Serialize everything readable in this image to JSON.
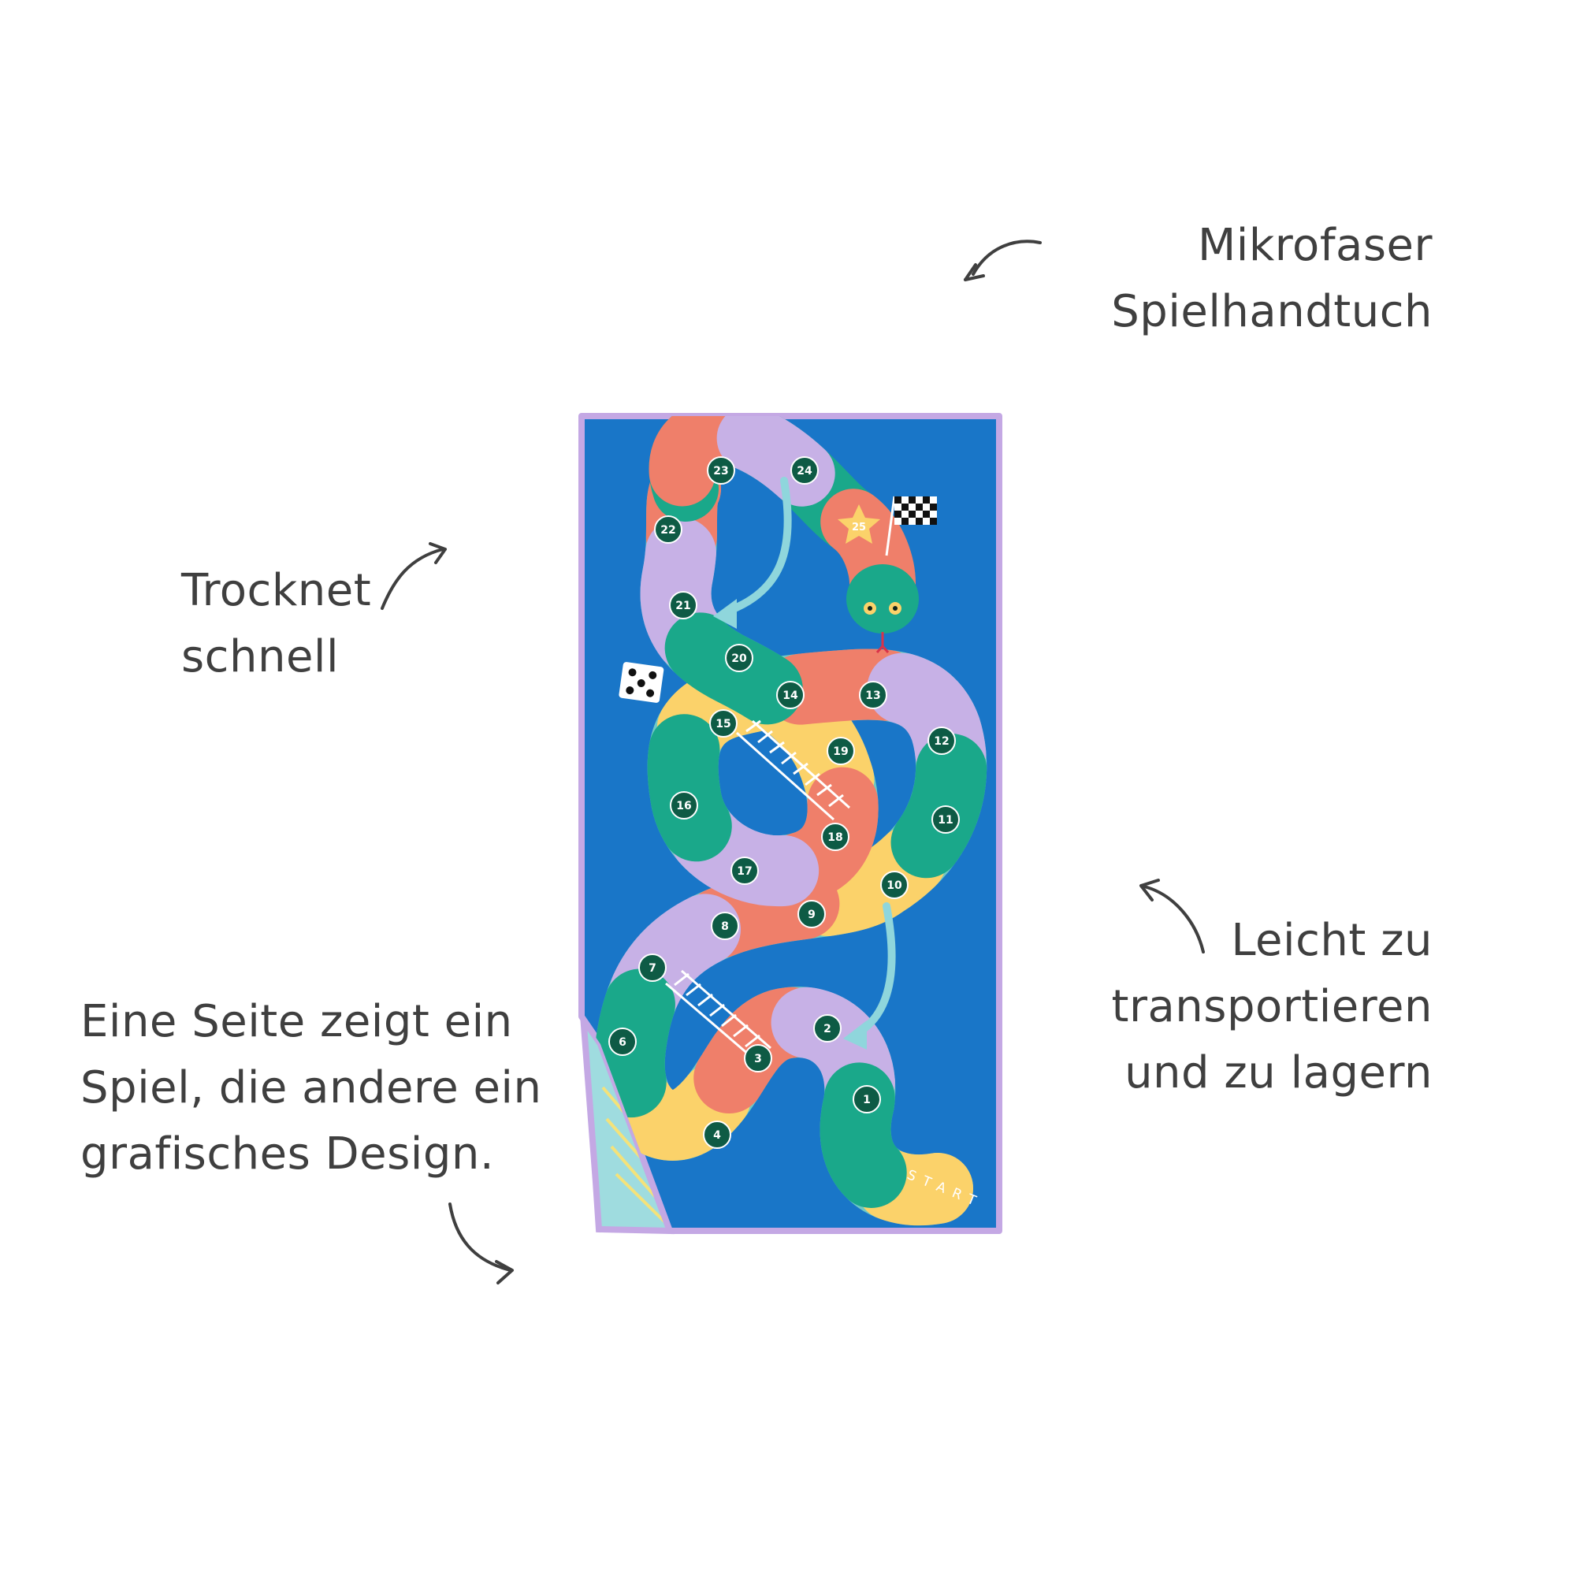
{
  "captions": {
    "material": [
      "Mikrofaser",
      "Spielhandtuch"
    ],
    "drying": [
      "Trocknet",
      "schnell"
    ],
    "transport": [
      "Leicht zu",
      "transportieren",
      "und zu lagern"
    ],
    "sides": [
      "Eine Seite zeigt ein",
      "Spiel, die andere ein",
      "grafisches Design."
    ]
  },
  "board": {
    "start_label": "START",
    "finish_number": "25",
    "squares": [
      "1",
      "2",
      "3",
      "4",
      "6",
      "7",
      "8",
      "9",
      "10",
      "11",
      "12",
      "13",
      "14",
      "15",
      "16",
      "17",
      "18",
      "19",
      "20",
      "21",
      "22",
      "23",
      "24"
    ]
  },
  "colors": {
    "towel_blue": "#1976c8",
    "border_lilac": "#c4a8e4",
    "square_dark": "#0e5b45",
    "teal": "#1aa88a",
    "coral": "#ef7f6a",
    "yellow": "#fbd26a",
    "lilac": "#c7b1e6",
    "light_teal": "#8fd6dc",
    "text": "#3f3f3f"
  }
}
